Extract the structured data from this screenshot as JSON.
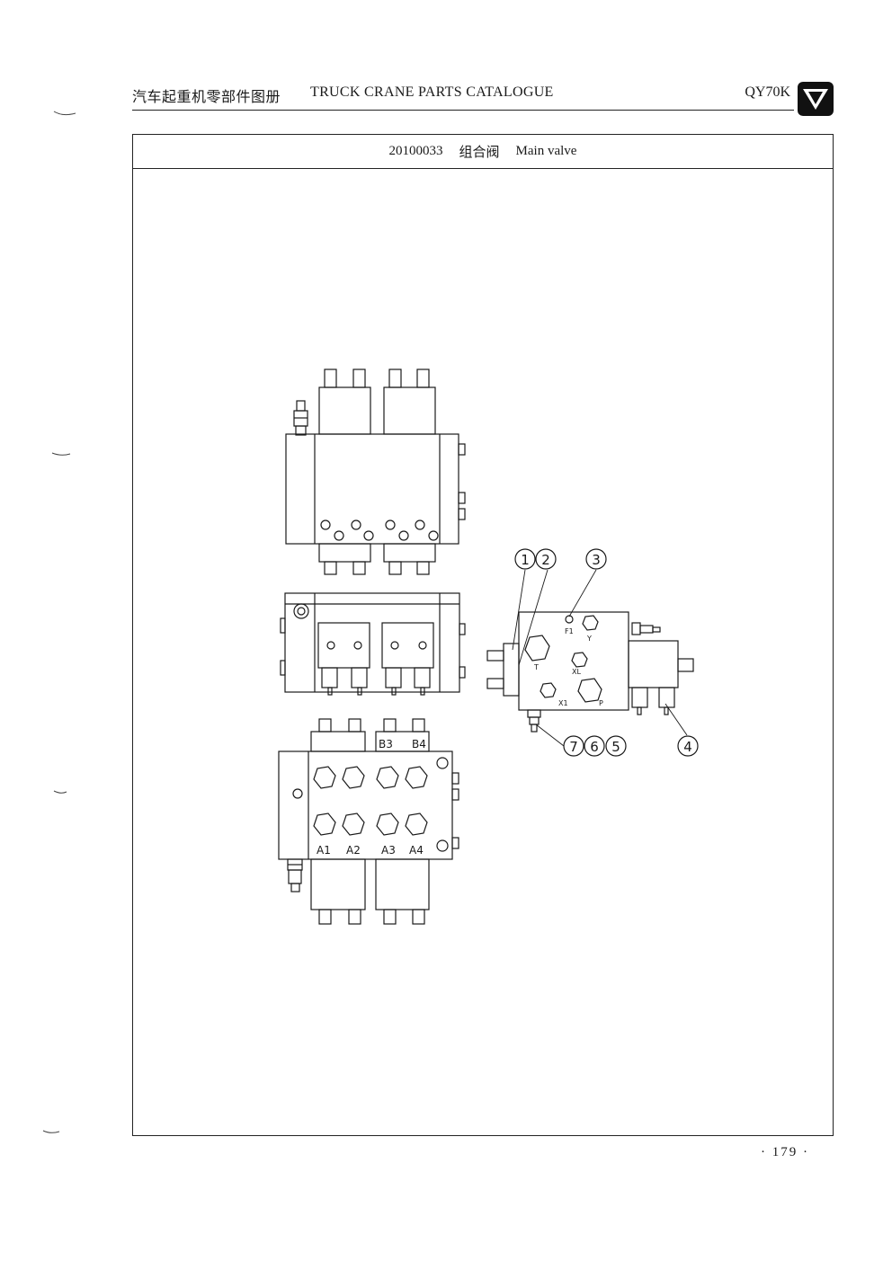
{
  "header": {
    "cn_title": "汽车起重机零部件图册",
    "en_title": "TRUCK CRANE PARTS CATALOGUE",
    "model": "QY70K"
  },
  "part": {
    "number": "20100033",
    "cn_name": "组合阀",
    "en_name": "Main valve"
  },
  "front_view_ports": {
    "b3": "B3",
    "b4": "B4",
    "a1": "A1",
    "a2": "A2",
    "a3": "A3",
    "a4": "A4"
  },
  "side_view_ports": {
    "f1": "F1",
    "y": "Y",
    "t": "T",
    "xl": "XL",
    "x1": "X1",
    "p": "P"
  },
  "callouts": [
    "1",
    "2",
    "3",
    "4",
    "5",
    "6",
    "7"
  ],
  "page_number": "· 179 ·",
  "icons": [
    "xcmg-logo-icon"
  ],
  "colors": {
    "ink": "#1a1a1a",
    "paper": "#ffffff"
  }
}
